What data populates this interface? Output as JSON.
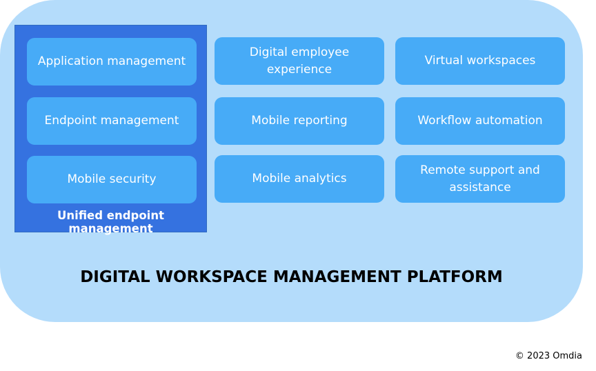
{
  "uem": {
    "label": "Unified endpoint management",
    "items": [
      "Application management",
      "Endpoint management",
      "Mobile security"
    ]
  },
  "column2": [
    "Digital employee experience",
    "Mobile reporting",
    "Mobile analytics"
  ],
  "column3": [
    "Virtual workspaces",
    "Workflow automation",
    "Remote support and assistance"
  ],
  "platform_title": "DIGITAL WORKSPACE MANAGEMENT PLATFORM",
  "copyright": "© 2023 Omdia"
}
